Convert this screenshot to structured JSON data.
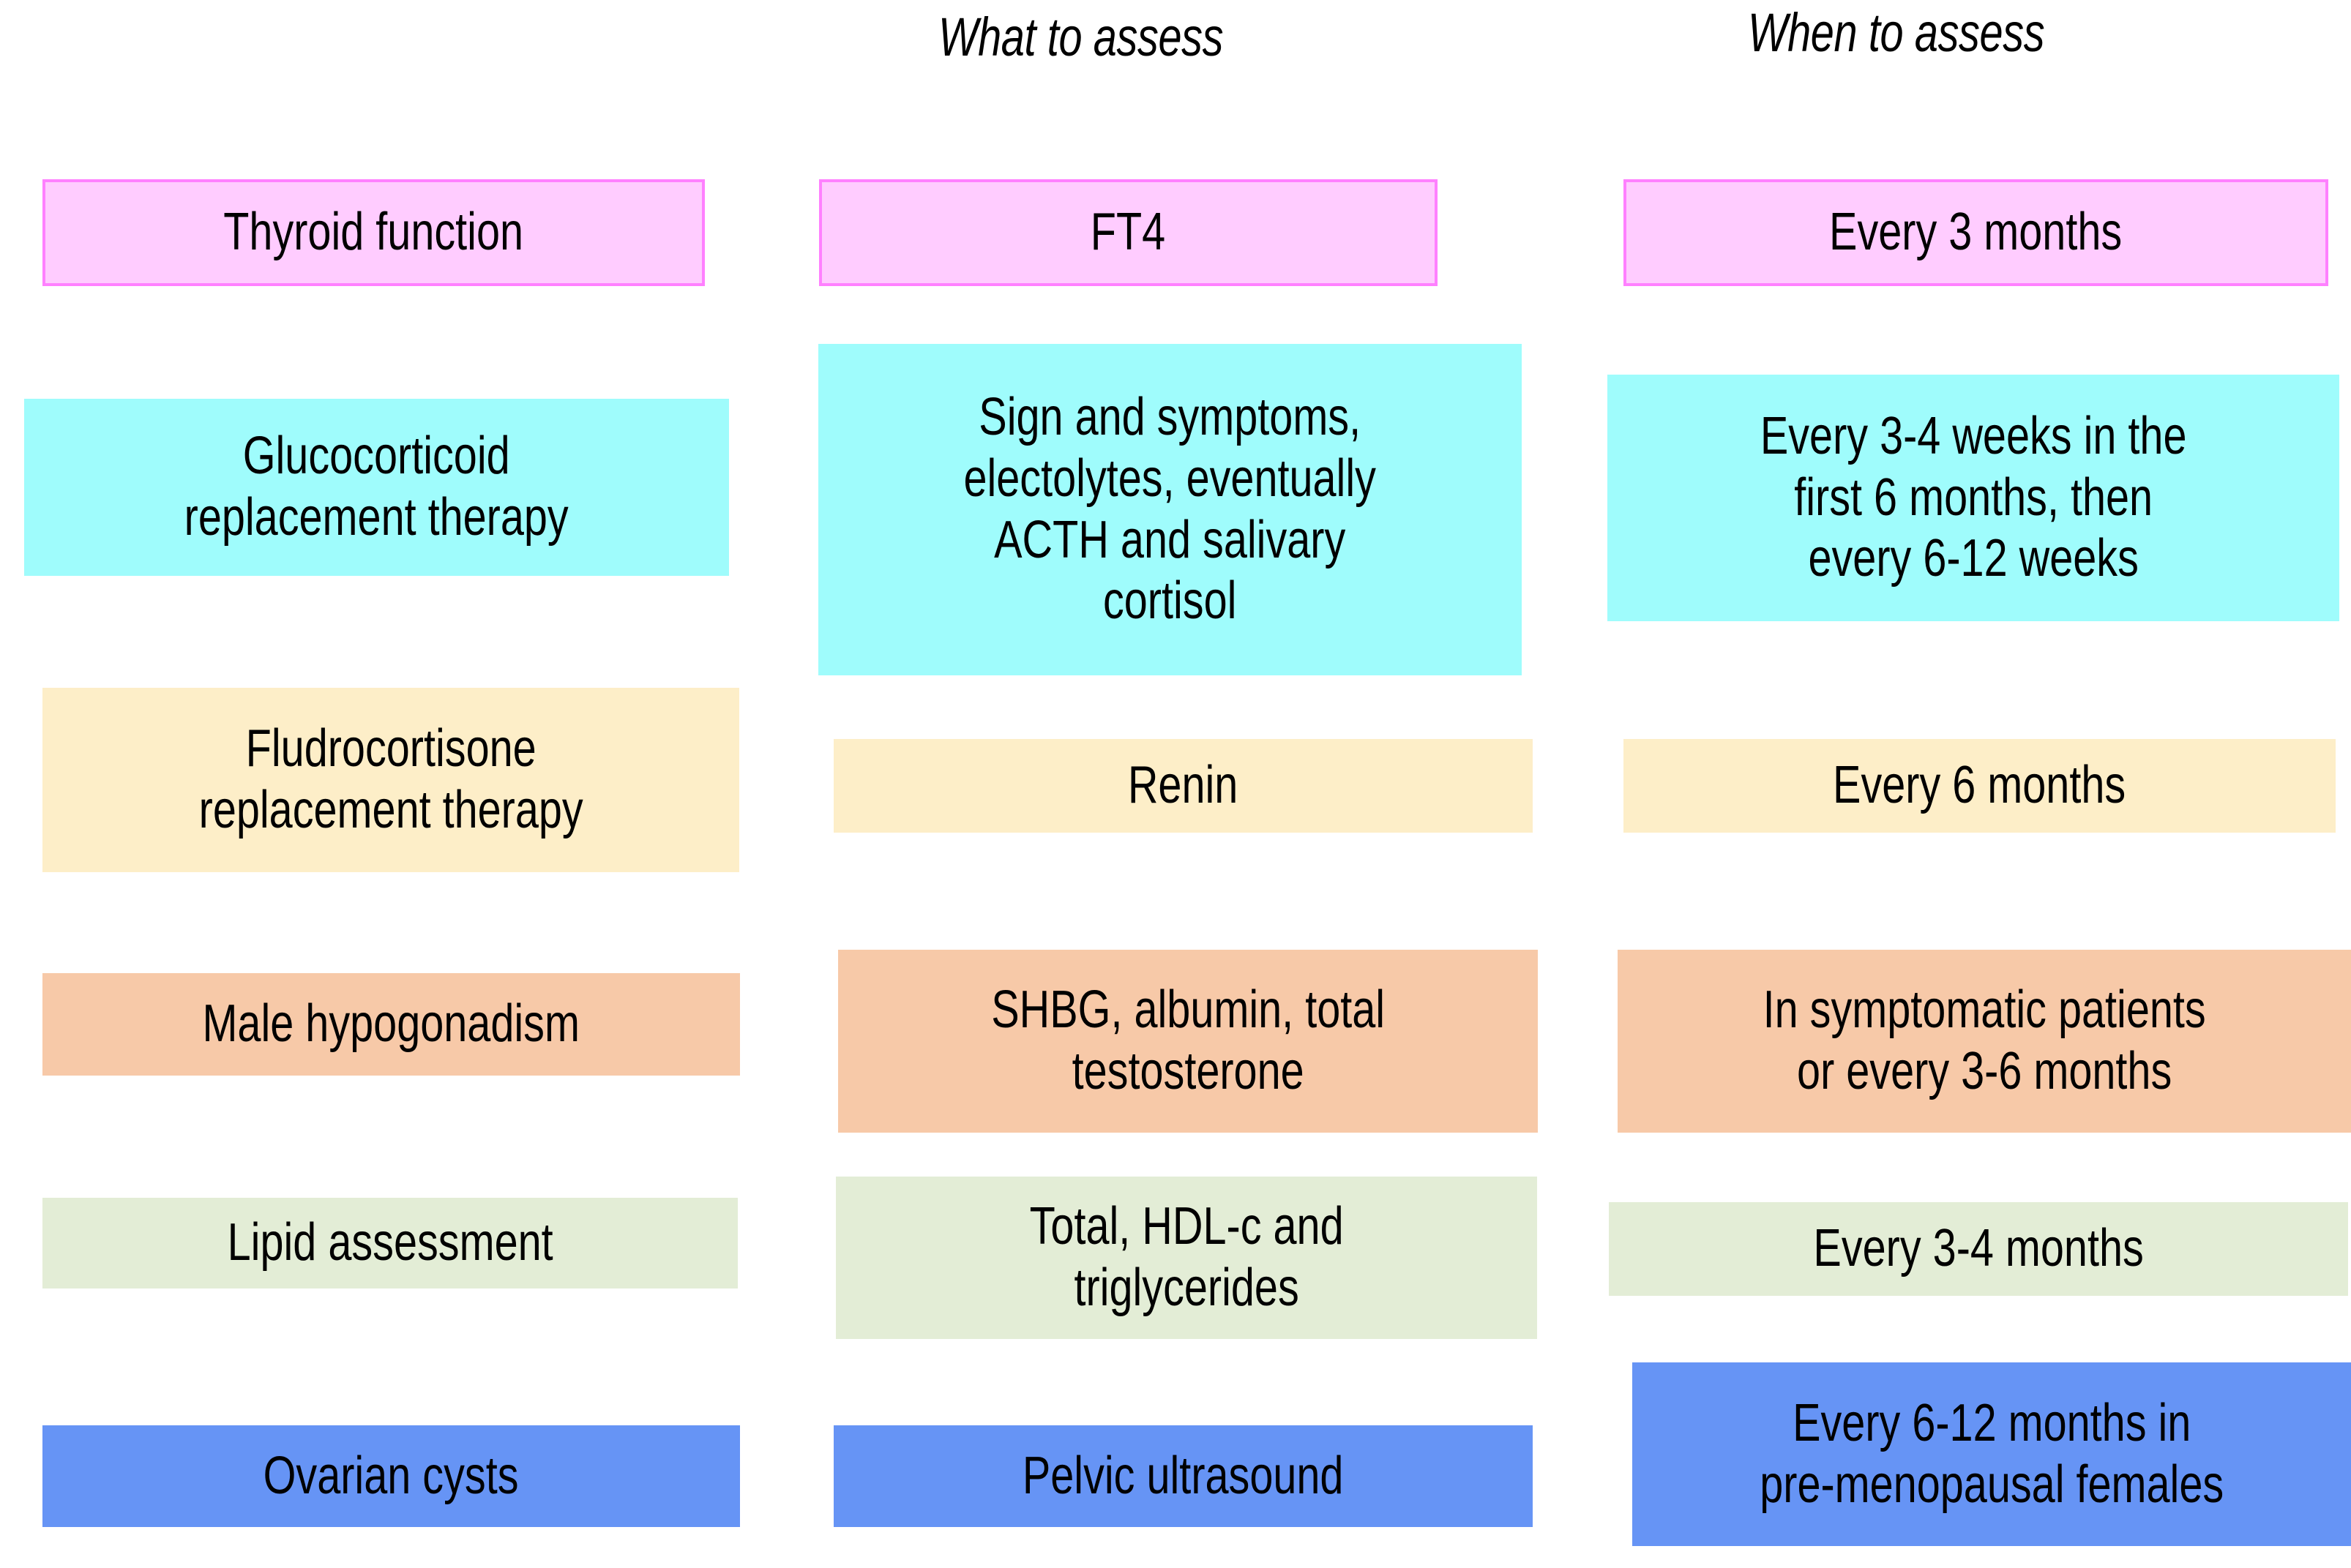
{
  "headers": {
    "col2": "What to assess",
    "col3": "When to assess"
  },
  "palette": {
    "pink_fill": "#FFCCFF",
    "pink_border": "#FF80FF",
    "cyan_fill": "#9FFCFC",
    "yellow_fill": "#FDEEC8",
    "peach_fill": "#F7C9A8",
    "green_fill": "#E3EDD6",
    "blue_fill": "#6694F5",
    "background": "#FFFFFF",
    "text": "#000000"
  },
  "rows": [
    {
      "id": "thyroid",
      "color_key": "pink",
      "topic": "Thyroid function",
      "what": "FT4",
      "when": "Every 3 months"
    },
    {
      "id": "glucocorticoid",
      "color_key": "cyan",
      "topic": "Glucocorticoid\nreplacement therapy",
      "what": "Sign and symptoms,\nelectolytes, eventually\nACTH and salivary\ncortisol",
      "when": "Every 3-4 weeks in the\nfirst 6 months, then\nevery 6-12 weeks"
    },
    {
      "id": "fludrocortisone",
      "color_key": "yellow",
      "topic": "Fludrocortisone\nreplacement therapy",
      "what": "Renin",
      "when": "Every 6 months"
    },
    {
      "id": "male-hypogonadism",
      "color_key": "peach",
      "topic": "Male hypogonadism",
      "what": "SHBG, albumin, total\ntestosterone",
      "when": "In symptomatic patients\nor every 3-6 months"
    },
    {
      "id": "lipid",
      "color_key": "green",
      "topic": "Lipid assessment",
      "what": "Total, HDL-c and\ntriglycerides",
      "when": "Every 3-4 months"
    },
    {
      "id": "ovarian-cysts",
      "color_key": "blue",
      "topic": "Ovarian cysts",
      "what": "Pelvic ultrasound",
      "when": "Every 6-12 months in\npre-menopausal females"
    }
  ]
}
